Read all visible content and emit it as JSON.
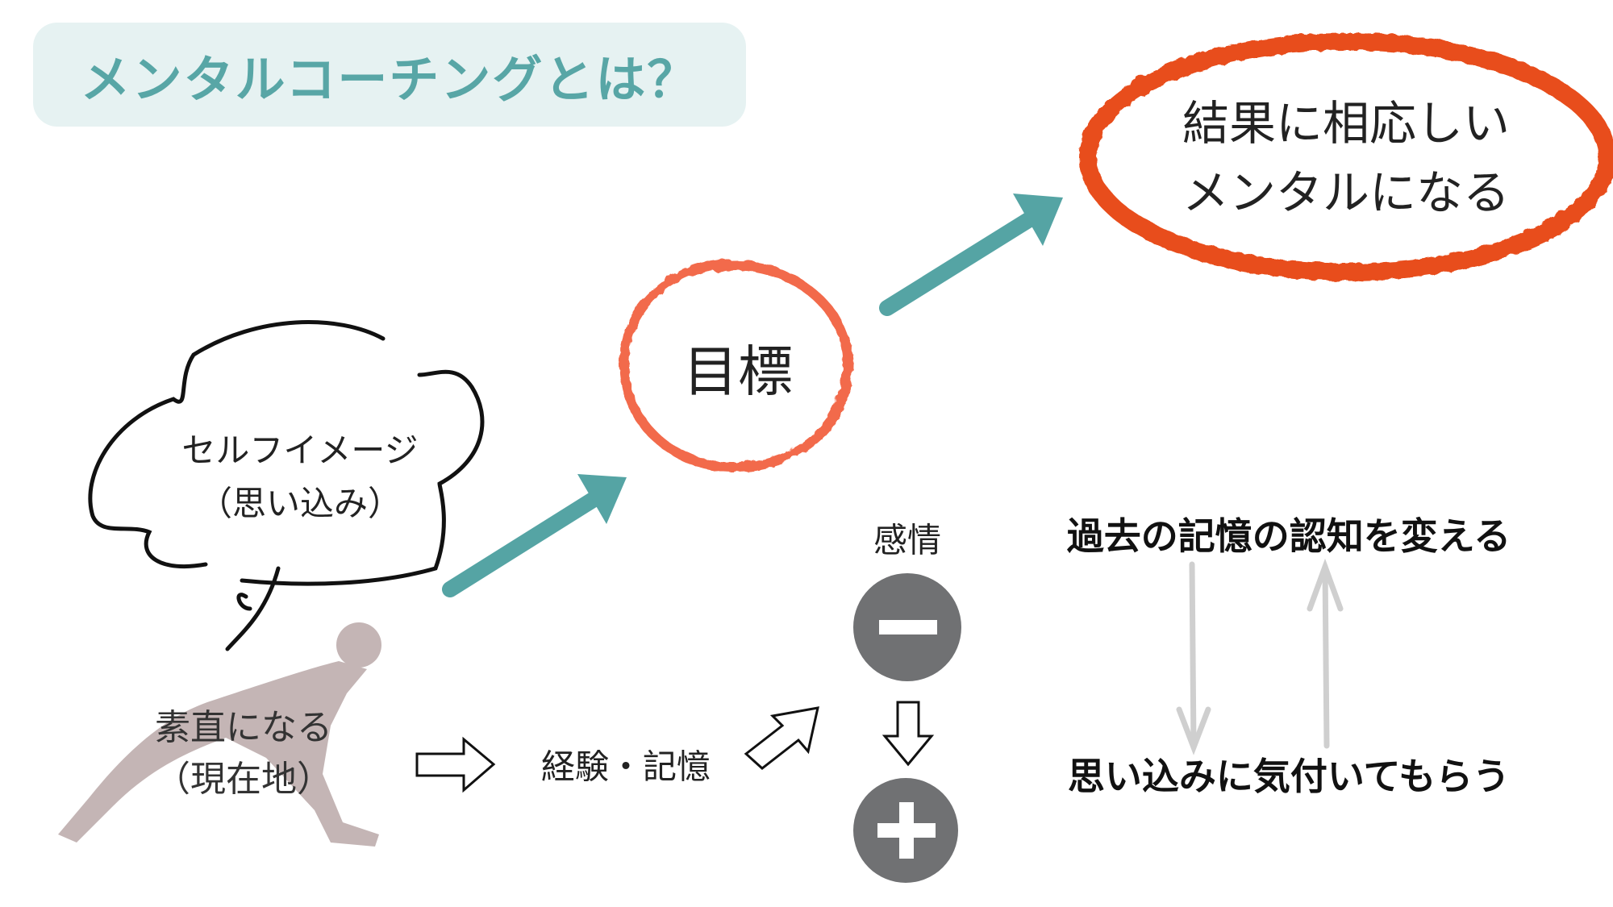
{
  "title": "メンタルコーチングとは？",
  "goal": "目標",
  "result": {
    "line1": "結果に相応しい",
    "line2": "メンタルになる"
  },
  "self_image": {
    "line1": "セルフイメージ",
    "line2": "（思い込み）"
  },
  "start": {
    "line1": "素直になる",
    "line2": "（現在地）"
  },
  "experience": "経験・記憶",
  "emotion": "感情",
  "change_cognition": "過去の記憶の認知を変える",
  "notice_belief": "思い込みに気付いてもらう",
  "colors": {
    "teal": "#55A4A4",
    "title_bg": "#E6F2F2",
    "red": "#E84E1B",
    "goal_red": "#F26A4B",
    "gray_circle": "#707173",
    "silhouette": "#C4B5B5",
    "light_arrow": "#CFCFCF"
  },
  "icons": [
    "thought-cloud",
    "runner-silhouette",
    "minus-circle",
    "plus-circle",
    "hollow-arrow"
  ]
}
